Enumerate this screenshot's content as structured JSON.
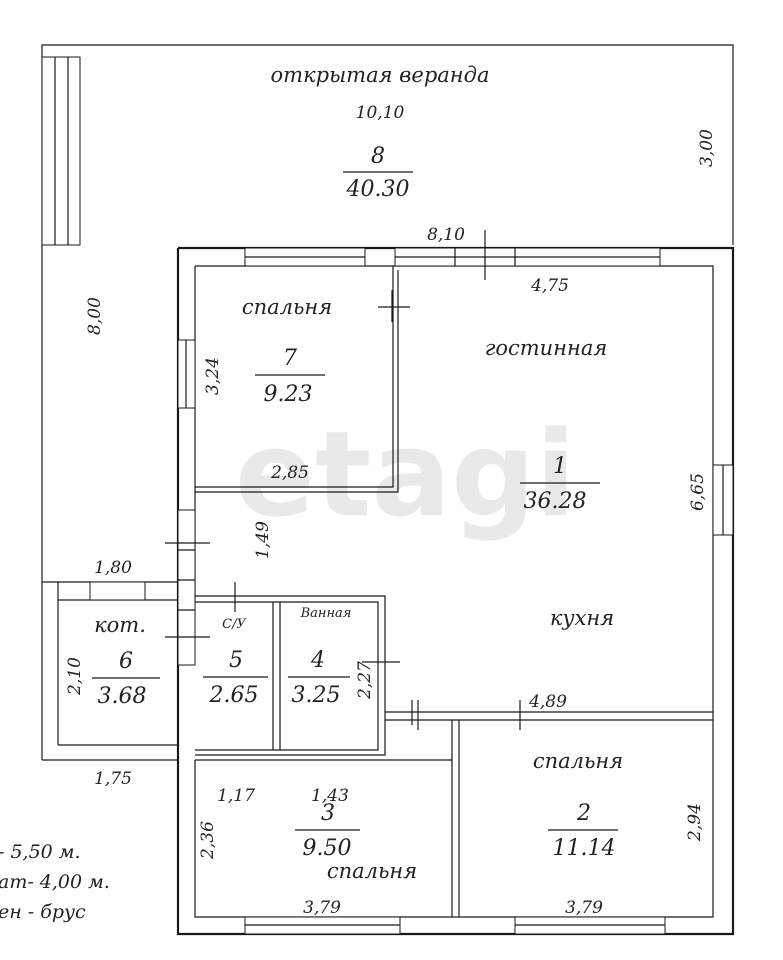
{
  "watermark": "etagi",
  "rooms": {
    "veranda": {
      "name": "открытая веранда",
      "width": "10,10",
      "number": "8",
      "area": "40.30",
      "depth": "3,00"
    },
    "bedroom7": {
      "name": "спальня",
      "number": "7",
      "area": "9.23",
      "dim_v": "3,24",
      "dim_h": "2,85"
    },
    "living1": {
      "name": "гостинная",
      "kitchen": "кухня",
      "number": "1",
      "area": "36.28",
      "dim_top": "4,75",
      "dim_right": "6,65",
      "dim_bottom": "4,89"
    },
    "boiler6": {
      "name": "кот.",
      "number": "6",
      "area": "3.68",
      "dim_top": "1,80",
      "dim_v": "2,10",
      "dim_bottom": "1,75"
    },
    "wc5": {
      "name": "С/У",
      "number": "5",
      "area": "2.65"
    },
    "bath4": {
      "name": "Ванная",
      "number": "4",
      "area": "3.25",
      "dim_v": "2,27"
    },
    "bedroom3": {
      "name": "спальня",
      "number": "3",
      "area": "9.50",
      "dim_a": "1,17",
      "dim_b": "1,43",
      "dim_v": "2,36",
      "dim_bottom": "3,79"
    },
    "bedroom2": {
      "name": "спальня",
      "number": "2",
      "area": "11.14",
      "dim_v": "2,94",
      "dim_bottom": "3,79"
    }
  },
  "dims": {
    "house_top": "8,10",
    "veranda_left": "8,00",
    "corridor": "1,49"
  },
  "notes": [
    "- 5,50 м.",
    "ат- 4,00 м.",
    "ен  - брус"
  ]
}
